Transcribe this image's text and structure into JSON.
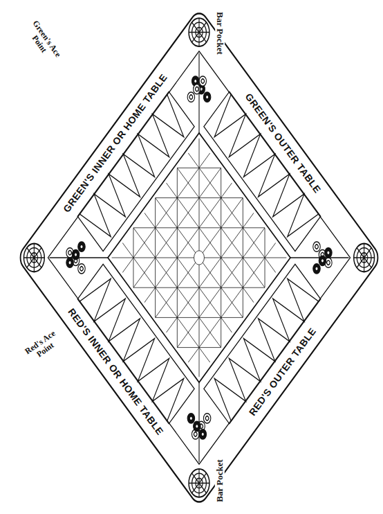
{
  "diagram": {
    "labels": [
      "Bar Pocket",
      "Green's Ace Point",
      "GREEN'S INNER OR HOME TABLE",
      "GREEN'S OUTER TABLE",
      "RED'S INNER OR HOME TABLE",
      "RED'S OUTER TABLE",
      "Red's Ace Point",
      "Bar Pocket"
    ]
  }
}
